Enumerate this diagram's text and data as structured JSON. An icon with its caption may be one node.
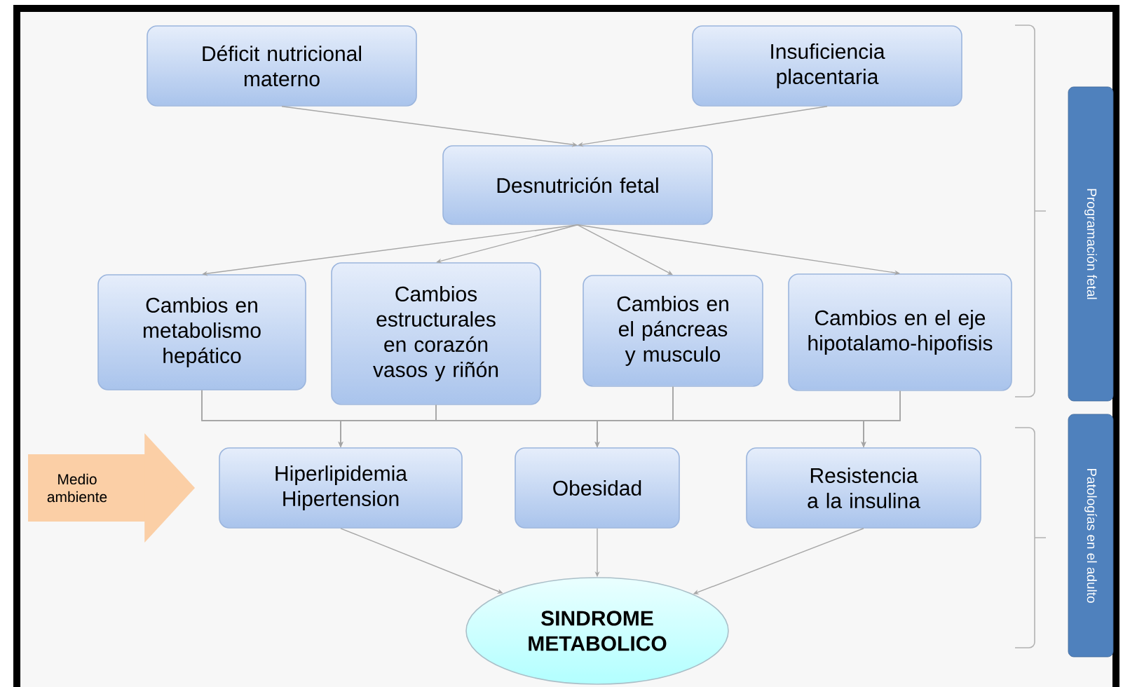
{
  "diagram": {
    "nodes": [
      {
        "text": [
          "Déficit nutricional materno"
        ]
      },
      {
        "text": [
          "Insuficiencia placentaria"
        ]
      },
      {
        "text": [
          "Desnutrición fetal"
        ]
      },
      {
        "text": [
          "Cambios en metabolismo hepático"
        ]
      },
      {
        "text": [
          "Cambios estructurales en corazón vasos y riñón"
        ]
      },
      {
        "text": [
          "Cambios en el páncreas y musculo"
        ]
      },
      {
        "text": [
          "Cambios en el eje hipotalamo-hipofisis"
        ]
      },
      {
        "text": [
          "Hiperlipidemia Hipertension"
        ]
      },
      {
        "text": [
          "Obesidad"
        ]
      },
      {
        "text": [
          "Resistencia a la insulina"
        ]
      },
      {
        "text": [
          "SINDROME METABOLICO"
        ]
      },
      {
        "text": [
          "Programación fetal"
        ]
      },
      {
        "text": [
          "Patologías en el adulto"
        ]
      }
    ],
    "edges": [
      {
        "from": 0,
        "to": 2,
        "arrow": "to"
      },
      {
        "from": 1,
        "to": 2,
        "arrow": "to"
      },
      {
        "from": 2,
        "to": 3,
        "arrow": "to"
      },
      {
        "from": 2,
        "to": 4,
        "arrow": "to"
      },
      {
        "from": 2,
        "to": 5,
        "arrow": "to"
      },
      {
        "from": 2,
        "to": 6,
        "arrow": "to"
      },
      {
        "from": 3,
        "to": 7,
        "arrow": "to"
      },
      {
        "from": 3,
        "to": 8,
        "arrow": "to"
      },
      {
        "from": 3,
        "to": 9,
        "arrow": "to"
      },
      {
        "from": 4,
        "to": 7,
        "arrow": "to"
      },
      {
        "from": 4,
        "to": 8,
        "arrow": "to"
      },
      {
        "from": 4,
        "to": 9,
        "arrow": "to"
      },
      {
        "from": 5,
        "to": 7,
        "arrow": "to"
      },
      {
        "from": 5,
        "to": 8,
        "arrow": "to"
      },
      {
        "from": 5,
        "to": 9,
        "arrow": "to"
      },
      {
        "from": 6,
        "to": 7,
        "arrow": "to"
      },
      {
        "from": 6,
        "to": 8,
        "arrow": "to"
      },
      {
        "from": 6,
        "to": 9,
        "arrow": "to"
      },
      {
        "from": 7,
        "to": 10,
        "arrow": "to"
      },
      {
        "from": 8,
        "to": 10,
        "arrow": "to"
      },
      {
        "from": 9,
        "to": 10,
        "arrow": "to"
      },
      {
        "from": null,
        "to": 7,
        "arrow": "to",
        "label": "Medio ambiente",
        "style": "thick",
        "color": "#fbcfa6"
      }
    ]
  }
}
